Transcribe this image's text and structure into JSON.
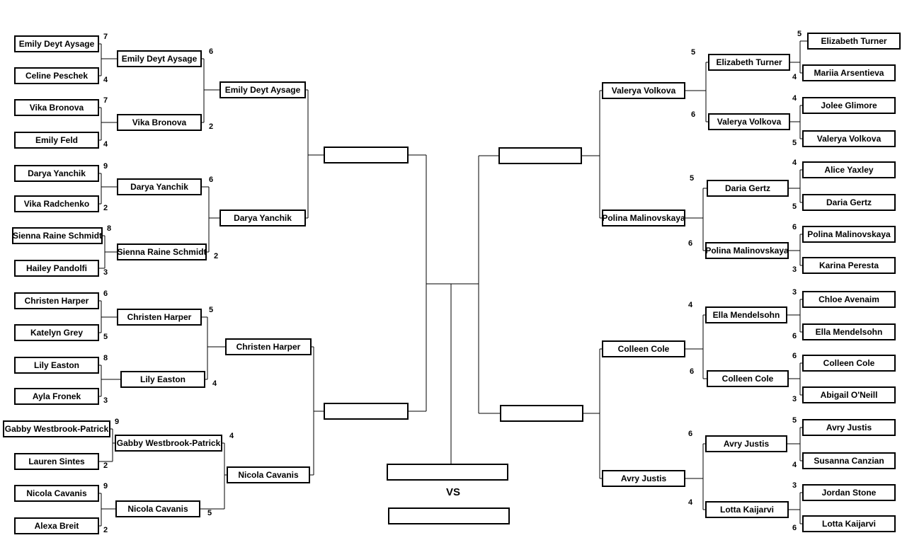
{
  "left": {
    "r1": [
      {
        "name": "Emily Deyt Aysage",
        "score": "7"
      },
      {
        "name": "Celine Peschek",
        "score": "4"
      },
      {
        "name": "Vika Bronova",
        "score": "7"
      },
      {
        "name": "Emily Feld",
        "score": "4"
      },
      {
        "name": "Darya Yanchik",
        "score": "9"
      },
      {
        "name": "Vika Radchenko",
        "score": "2"
      },
      {
        "name": "Sienna Raine Schmidt",
        "score": "8"
      },
      {
        "name": "Hailey Pandolfi",
        "score": "3"
      },
      {
        "name": "Christen Harper",
        "score": "6"
      },
      {
        "name": "Katelyn Grey",
        "score": "5"
      },
      {
        "name": "Lily Easton",
        "score": "8"
      },
      {
        "name": "Ayla Fronek",
        "score": "3"
      },
      {
        "name": "Gabby Westbrook-Patrick",
        "score": "9"
      },
      {
        "name": "Lauren Sintes",
        "score": "2"
      },
      {
        "name": "Nicola Cavanis",
        "score": "9"
      },
      {
        "name": "Alexa Breit",
        "score": "2"
      }
    ],
    "r2": [
      {
        "name": "Emily Deyt Aysage",
        "score": "6"
      },
      {
        "name": "Vika Bronova",
        "score": "2"
      },
      {
        "name": "Darya Yanchik",
        "score": "6"
      },
      {
        "name": "Sienna Raine Schmidt",
        "score": "2"
      },
      {
        "name": "Christen Harper",
        "score": "5"
      },
      {
        "name": "Lily Easton",
        "score": "4"
      },
      {
        "name": "Gabby Westbrook-Patrick",
        "score": "4"
      },
      {
        "name": "Nicola Cavanis",
        "score": "5"
      }
    ],
    "r3": [
      {
        "name": "Emily Deyt Aysage"
      },
      {
        "name": "Darya Yanchik"
      },
      {
        "name": "Christen Harper"
      },
      {
        "name": "Nicola Cavanis"
      }
    ],
    "r4": [
      {
        "name": ""
      },
      {
        "name": ""
      }
    ]
  },
  "right": {
    "r1": [
      {
        "name": "Elizabeth Turner",
        "score": "5"
      },
      {
        "name": "Mariia Arsentieva",
        "score": "4"
      },
      {
        "name": "Jolee Glimore",
        "score": "4"
      },
      {
        "name": "Valerya Volkova",
        "score": "5"
      },
      {
        "name": "Alice Yaxley",
        "score": "4"
      },
      {
        "name": "Daria Gertz",
        "score": "5"
      },
      {
        "name": "Polina Malinovskaya",
        "score": "6"
      },
      {
        "name": "Karina Peresta",
        "score": "3"
      },
      {
        "name": "Chloe Avenaim",
        "score": "3"
      },
      {
        "name": "Ella Mendelsohn",
        "score": "6"
      },
      {
        "name": "Colleen Cole",
        "score": "6"
      },
      {
        "name": "Abigail O'Neill",
        "score": "3"
      },
      {
        "name": "Avry Justis",
        "score": "5"
      },
      {
        "name": "Susanna Canzian",
        "score": "4"
      },
      {
        "name": "Jordan Stone",
        "score": "3"
      },
      {
        "name": "Lotta Kaijarvi",
        "score": "6"
      }
    ],
    "r2": [
      {
        "name": "Elizabeth Turner",
        "score": "5"
      },
      {
        "name": "Valerya Volkova",
        "score": "6"
      },
      {
        "name": "Daria Gertz",
        "score": "5"
      },
      {
        "name": "Polina Malinovskaya",
        "score": "6"
      },
      {
        "name": "Ella Mendelsohn",
        "score": "4"
      },
      {
        "name": "Colleen Cole",
        "score": "6"
      },
      {
        "name": "Avry Justis",
        "score": "6"
      },
      {
        "name": "Lotta Kaijarvi",
        "score": "4"
      }
    ],
    "r3": [
      {
        "name": "Valerya Volkova"
      },
      {
        "name": "Polina Malinovskaya"
      },
      {
        "name": "Colleen Cole"
      },
      {
        "name": "Avry Justis"
      }
    ],
    "r4": [
      {
        "name": ""
      },
      {
        "name": ""
      }
    ]
  },
  "final": {
    "vs_label": "VS",
    "finalists": [
      {
        "name": ""
      },
      {
        "name": ""
      }
    ]
  }
}
